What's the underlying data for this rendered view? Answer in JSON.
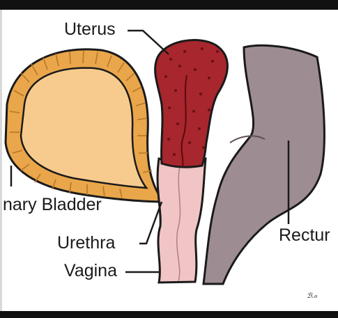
{
  "labels": {
    "uterus": "Uterus",
    "bladder": "nary Bladder",
    "urethra": "Urethra",
    "vagina": "Vagina",
    "rectum": "Rectur"
  },
  "signature": "ℬ.ℴ",
  "colors": {
    "bladder_outer": "#e9a64a",
    "bladder_inner": "#f7cb8e",
    "uterus": "#a8262d",
    "uterus_dots": "#6b0f14",
    "urethra_vagina": "#f1c5c5",
    "rectum": "#9d8d92",
    "outline": "#1a1a1a"
  }
}
